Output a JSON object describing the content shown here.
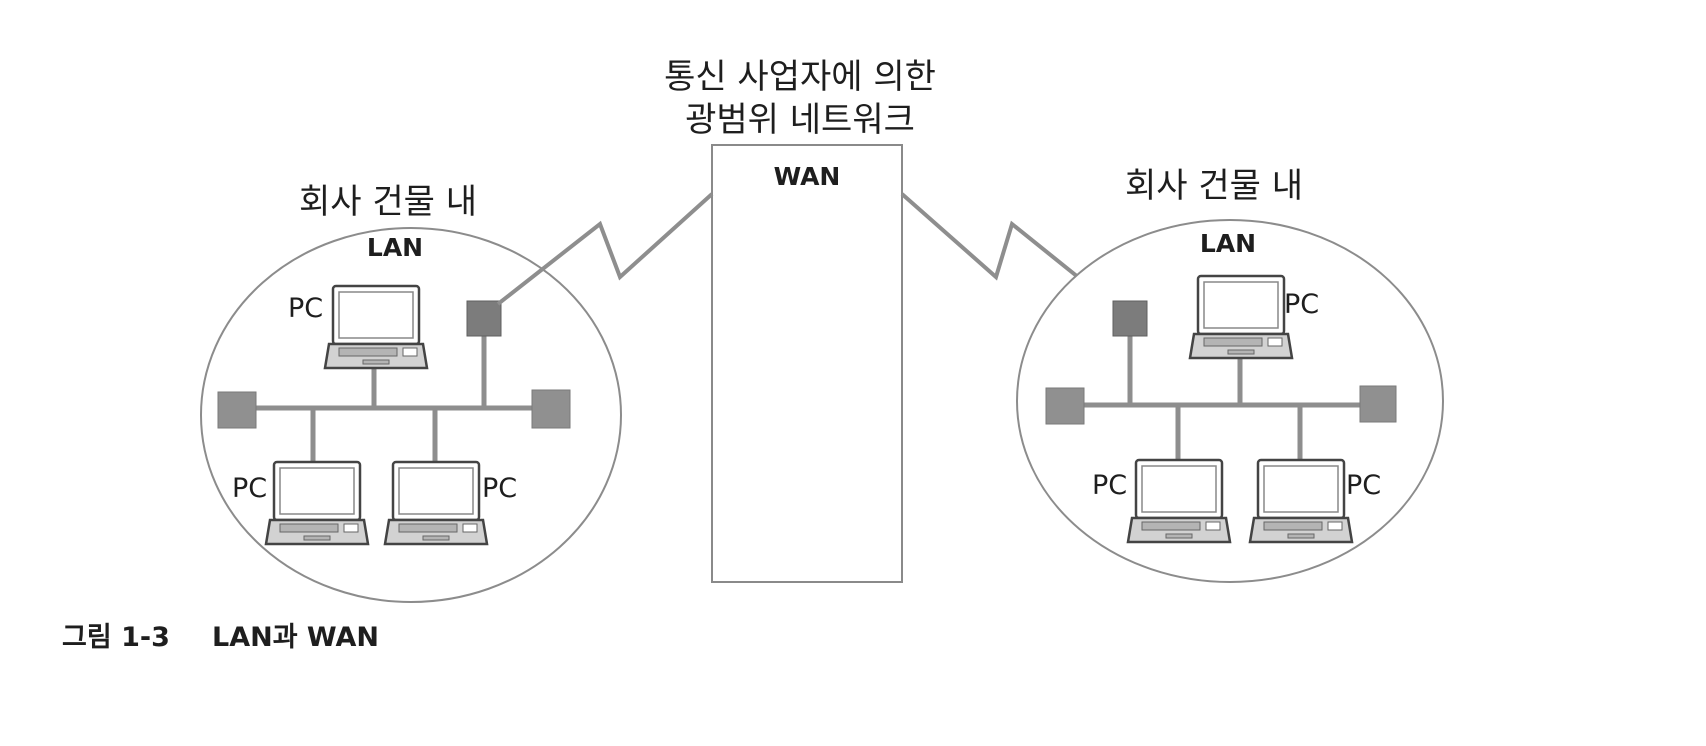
{
  "wan": {
    "caption_line1": "통신 사업자에 의한",
    "caption_line2": "광범위 네트워크",
    "label": "WAN"
  },
  "left_site": {
    "caption": "회사 건물 내",
    "lan_label": "LAN",
    "pc_labels": [
      "PC",
      "PC",
      "PC"
    ]
  },
  "right_site": {
    "caption": "회사 건물 내",
    "lan_label": "LAN",
    "pc_labels": [
      "PC",
      "PC",
      "PC"
    ]
  },
  "figure_caption": {
    "number": "그림 1-3",
    "title": "LAN과 WAN"
  },
  "colors": {
    "line": "#8e8e8e",
    "node": "#909090",
    "router": "#7c7c7c",
    "text": "#1e1e1e"
  }
}
